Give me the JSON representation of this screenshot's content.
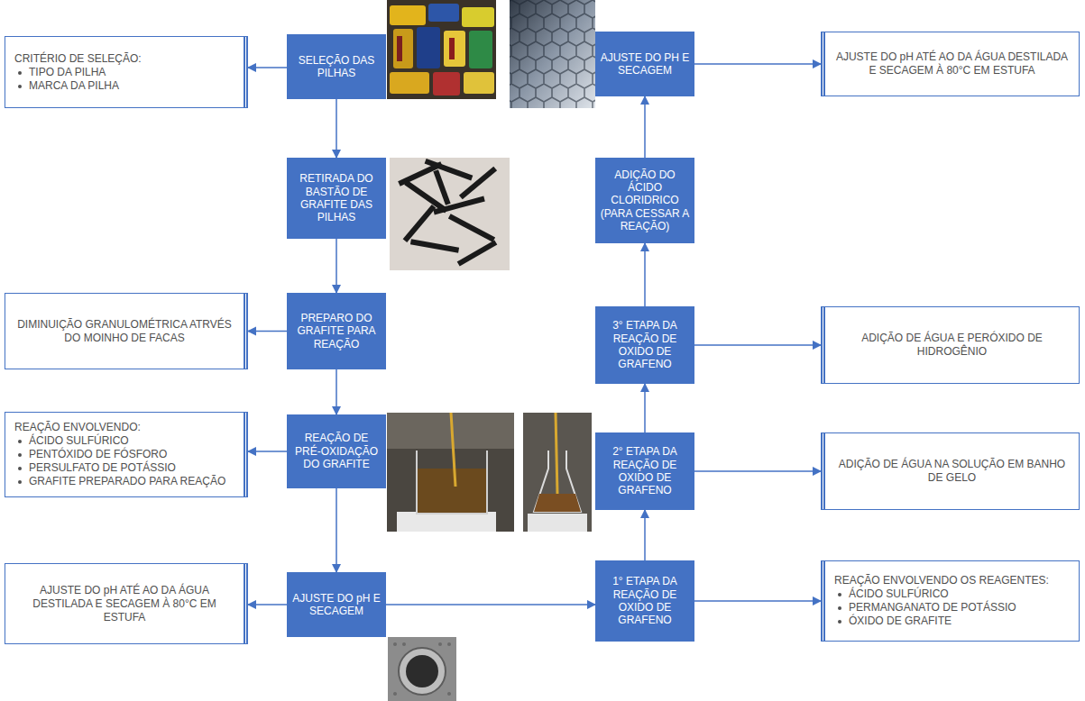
{
  "diagram": {
    "nodes": [
      {
        "text": [
          "SELEÇÃO DAS PILHAS"
        ]
      },
      {
        "text": [
          "CRITÉRIO DE SELEÇÃO:",
          "TIPO DA PILHA",
          "MARCA DA PILHA"
        ]
      },
      {
        "text": [
          "RETIRADA DO BASTÃO DE GRAFITE DAS PILHAS"
        ]
      },
      {
        "text": [
          "PREPARO DO GRAFITE PARA REAÇÃO"
        ]
      },
      {
        "text": [
          "DIMINUIÇÃO GRANULOMÉTRICA ATRVÉS DO MOINHO DE FACAS"
        ]
      },
      {
        "text": [
          "REAÇÃO DE PRÉ-OXIDAÇÃO DO GRAFITE"
        ]
      },
      {
        "text": [
          "REAÇÃO ENVOLVENDO:",
          "ÁCIDO SULFÚRICO",
          "PENTÓXIDO DE FÓSFORO",
          "PERSULFATO DE POTÁSSIO",
          "GRAFITE PREPARADO PARA REAÇÃO"
        ]
      },
      {
        "text": [
          "AJUSTE DO pH E SECAGEM"
        ]
      },
      {
        "text": [
          "AJUSTE DO pH ATÉ AO DA ÁGUA DESTILADA E SECAGEM À 80°C EM ESTUFA"
        ]
      },
      {
        "text": [
          "1° ETAPA DA REAÇÃO DE OXIDO DE GRAFENO"
        ]
      },
      {
        "text": [
          "REAÇÃO ENVOLVENDO OS REAGENTES:",
          "ÁCIDO SULFÚRICO",
          "PERMANGANATO DE POTÁSSIO",
          "ÓXIDO DE GRAFITE"
        ]
      },
      {
        "text": [
          "2° ETAPA DA REAÇÃO DE OXIDO DE GRAFENO"
        ]
      },
      {
        "text": [
          "ADIÇÃO DE ÁGUA NA SOLUÇÃO EM BANHO DE GELO"
        ]
      },
      {
        "text": [
          "3° ETAPA DA REAÇÃO DE OXIDO DE GRAFENO"
        ]
      },
      {
        "text": [
          "ADIÇÃO DE ÁGUA E PERÓXIDO DE HIDROGÊNIO"
        ]
      },
      {
        "text": [
          "ADIÇÃO DO ÁCIDO CLORIDRICO (PARA CESSAR A REAÇÃO)"
        ]
      },
      {
        "text": [
          "AJUSTE DO PH E SECAGEM"
        ]
      },
      {
        "text": [
          "AJUSTE DO pH ATÉ AO DA ÁGUA DESTILADA E SECAGEM À 80°C EM ESTUFA"
        ]
      }
    ],
    "edges": [
      {
        "from": 0,
        "to": 1,
        "arrow": "to"
      },
      {
        "from": 0,
        "to": 2,
        "arrow": "to"
      },
      {
        "from": 2,
        "to": 3,
        "arrow": "to"
      },
      {
        "from": 3,
        "to": 4,
        "arrow": "to"
      },
      {
        "from": 3,
        "to": 5,
        "arrow": "to"
      },
      {
        "from": 5,
        "to": 6,
        "arrow": "to"
      },
      {
        "from": 5,
        "to": 7,
        "arrow": "to"
      },
      {
        "from": 7,
        "to": 8,
        "arrow": "to"
      },
      {
        "from": 7,
        "to": 9,
        "arrow": "to"
      },
      {
        "from": 9,
        "to": 10,
        "arrow": "to"
      },
      {
        "from": 9,
        "to": 11,
        "arrow": "to"
      },
      {
        "from": 11,
        "to": 12,
        "arrow": "to"
      },
      {
        "from": 11,
        "to": 13,
        "arrow": "to"
      },
      {
        "from": 13,
        "to": 14,
        "arrow": "to"
      },
      {
        "from": 13,
        "to": 15,
        "arrow": "to"
      },
      {
        "from": 15,
        "to": 16,
        "arrow": "to"
      },
      {
        "from": 16,
        "to": 17,
        "arrow": "to"
      }
    ]
  }
}
